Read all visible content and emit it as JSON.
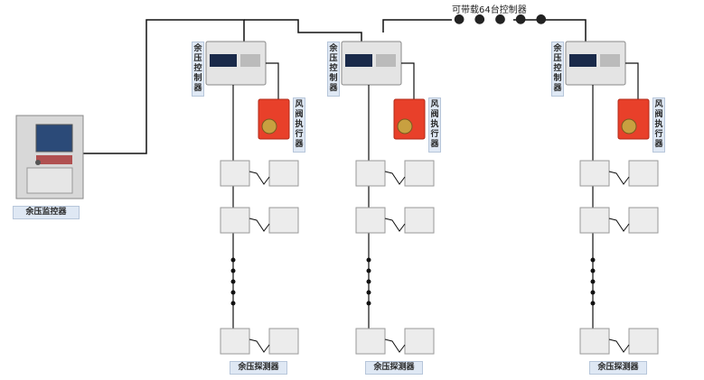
{
  "labels": {
    "monitor": "余压监控器",
    "controller": "余压控制器",
    "actuator": "风阀执行器",
    "detector": "余压探测器",
    "capacity": "可带载64台控制器",
    "more": "● ● ● ● ●"
  },
  "colors": {
    "line": "#111111",
    "device": "#dcdcdc",
    "screen": "#1a2a4a",
    "actuator": "#e8402a",
    "label_bg": "#dfe8f4"
  }
}
